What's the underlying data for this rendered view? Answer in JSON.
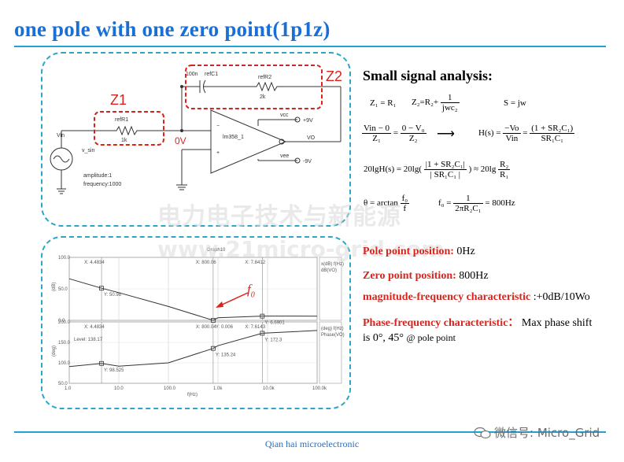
{
  "title": "one pole with one zero point(1p1z)",
  "circuit": {
    "z1_label": "Z1",
    "z2_label": "Z2",
    "zero_v_label": "0V",
    "c1_value": "100n",
    "c1_name": "refC1",
    "r2_name": "refR2",
    "r2_value": "2k",
    "r1_name": "refR1",
    "r1_value": "1k",
    "vin_label": "Vin",
    "vsin_label": "v_sin",
    "amplitude": "amplitude:1",
    "frequency": "frequency:1000",
    "opamp_label": "lm358_1",
    "vcc_label": "vcc",
    "vcc_value": "+9V",
    "vee_label": "vee",
    "vee_value": "-9V",
    "vo_label": "VO"
  },
  "bode": {
    "f0_label": "f",
    "f0_sub": "0",
    "graph_title": "Graph10",
    "top_y_ticks": [
      "100.0",
      "50.0",
      "0.0"
    ],
    "bottom_y_ticks": [
      "200.0",
      "150.0",
      "100.0",
      "50.0"
    ],
    "x_ticks": [
      "1.0",
      "10.0",
      "100.0",
      "1.0k",
      "10.0k",
      "100.0k"
    ],
    "x_unit": "f(Hz)",
    "top_ylabel": "(dB)",
    "bottom_ylabel": "(deg)",
    "top_legend": [
      "x(dB) f(Hz)",
      "dB(VO)"
    ],
    "bottom_legend": [
      "(deg) f(Hz)",
      "Phase(VO)"
    ],
    "top_cursors": [
      "X: 4.4834",
      "X: 800.06",
      "X: 7.8412"
    ],
    "top_values": [
      "Y: 50.98",
      "Y: 0.006",
      "Y: 6.6901"
    ],
    "bottom_cursors": [
      "X: 4.4834",
      "X: 800.04",
      "X: 7.6143"
    ],
    "bottom_values": [
      "Y: 98.525",
      "Y: 135.24",
      "Y: 172.3"
    ],
    "level_label": "Level: 138.17"
  },
  "analysis": {
    "heading": "Small signal analysis:",
    "z1": "Z₁ = R₁",
    "z2_left": "Z₂=R₂+",
    "z2_num": "1",
    "z2_den": "jwc₂",
    "s_eq": "S = jw",
    "gain_num1": "Vin − 0",
    "gain_den1": "Z₁",
    "gain_mid": "=",
    "gain_num2": "0 − V₀",
    "gain_den2": "Z₂",
    "arrow": "⟶",
    "h_left": "H(s) =",
    "h_num1": "−Vo",
    "h_den1": "Vin",
    "h_eq": "=",
    "h_num2": "(1 + SR₂C₁)",
    "h_den2": "SR₁C₁",
    "lg_left": "20lgH(s) = 20lg(",
    "lg_num": "|1 + SR₂C₁|",
    "lg_den": "| SR₁C₁ |",
    "lg_right": ") ≈ 20lg",
    "lg_num2": "R₂",
    "lg_den2": "R₁",
    "theta_left": "θ = arctan",
    "theta_num": "f₀",
    "theta_den": "f",
    "f0_left": "f₀ =",
    "f0_num": "1",
    "f0_den": "2πR₂C₁",
    "f0_right": "= 800Hz"
  },
  "results": {
    "pole_label": "Pole  point  position:",
    "pole_value": "0Hz",
    "zero_label": "Zero point  position:",
    "zero_value": "800Hz",
    "mag_label": "magnitude-frequency characteristic",
    "mag_value": ":+0dB/10Wo",
    "phase_label": "Phase-frequency characteristic：",
    "phase_value": "Max phase shift",
    "phase_value2": "is 0°, 45°",
    "phase_value3": "@ pole point"
  },
  "watermark": {
    "line1": "电力电子技术与新能源",
    "line2": "www.21micro-grid.com"
  },
  "wechat_text": "微信号: Micro_Grid",
  "footer": "Qian hai microelectronic",
  "chart_data": {
    "type": "line",
    "title": "",
    "x": [
      1,
      4.4834,
      10,
      100,
      800,
      1000,
      7841,
      100000
    ],
    "xscale": "log",
    "xlim": [
      1,
      100000
    ],
    "series": [
      {
        "name": "dB(VO)",
        "values": [
          66,
          50.98,
          44,
          22,
          0.006,
          4,
          6.69,
          6.6
        ]
      },
      {
        "name": "Phase(VO)",
        "values": [
          91,
          98.525,
          92,
          100,
          135.24,
          142,
          172.3,
          179
        ]
      }
    ],
    "top_ylim": [
      0,
      100
    ],
    "bottom_ylim": [
      50,
      200
    ],
    "grid": true
  }
}
